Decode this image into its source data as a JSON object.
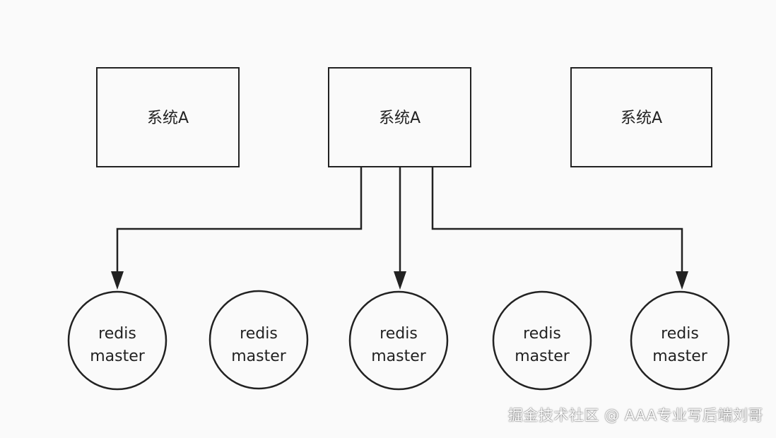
{
  "systems": [
    {
      "label": "系统A"
    },
    {
      "label": "系统A"
    },
    {
      "label": "系统A"
    }
  ],
  "redis_nodes": [
    {
      "line1": "redis",
      "line2": "master"
    },
    {
      "line1": "redis",
      "line2": "master"
    },
    {
      "line1": "redis",
      "line2": "master"
    },
    {
      "line1": "redis",
      "line2": "master"
    },
    {
      "line1": "redis",
      "line2": "master"
    }
  ],
  "watermark": "掘金技术社区 @ AAA专业写后端刘哥",
  "colors": {
    "stroke": "#222222",
    "background": "#fafafa"
  }
}
